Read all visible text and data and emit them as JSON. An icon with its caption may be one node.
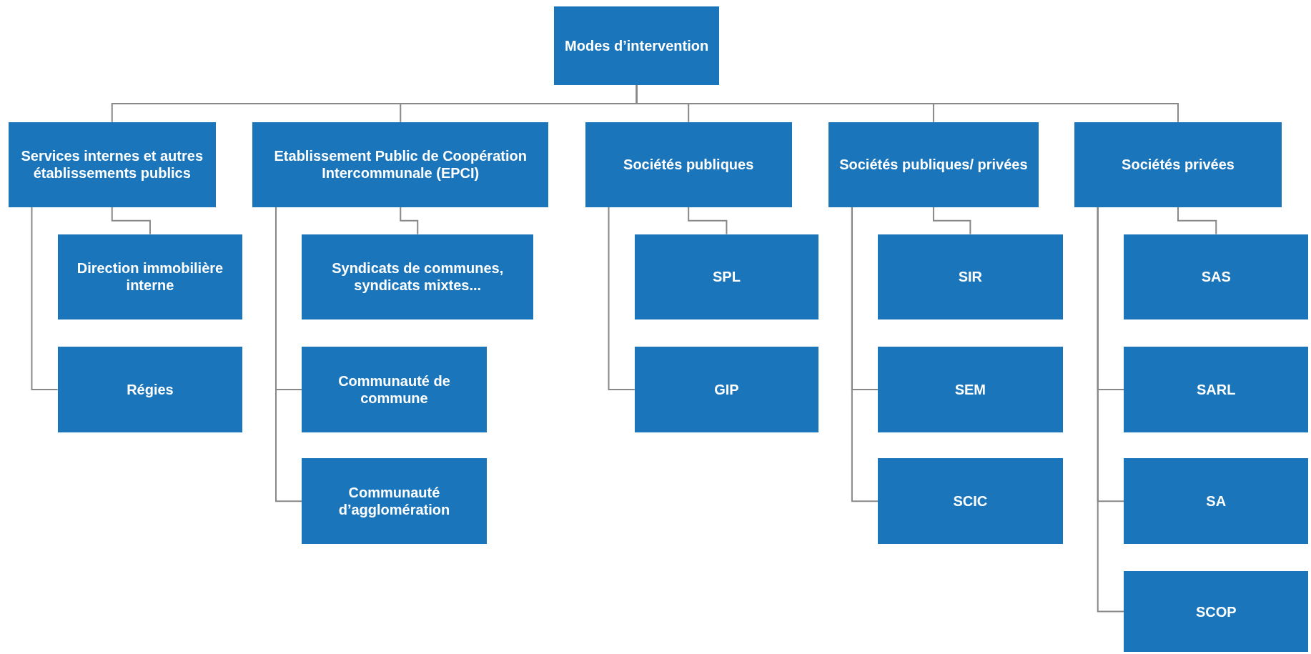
{
  "diagram": {
    "nodes": [
      {
        "text": [
          "Modes d’intervention"
        ]
      },
      {
        "text": [
          "Services internes et autres établissements publics"
        ]
      },
      {
        "text": [
          "Direction immobilière interne"
        ]
      },
      {
        "text": [
          "Régies"
        ]
      },
      {
        "text": [
          "Etablissement Public de Coopération Intercommunale (EPCI)"
        ]
      },
      {
        "text": [
          "Syndicats de communes, syndicats mixtes..."
        ]
      },
      {
        "text": [
          "Communauté de commune"
        ]
      },
      {
        "text": [
          "Communauté d’agglomération"
        ]
      },
      {
        "text": [
          "Sociétés publiques"
        ]
      },
      {
        "text": [
          "SPL"
        ]
      },
      {
        "text": [
          "GIP"
        ]
      },
      {
        "text": [
          "Sociétés publiques/ privées"
        ]
      },
      {
        "text": [
          "SIR"
        ]
      },
      {
        "text": [
          "SEM"
        ]
      },
      {
        "text": [
          "SCIC"
        ]
      },
      {
        "text": [
          "Sociétés privées"
        ]
      },
      {
        "text": [
          "SAS"
        ]
      },
      {
        "text": [
          "SARL"
        ]
      },
      {
        "text": [
          "SA"
        ]
      },
      {
        "text": [
          "SCOP"
        ]
      }
    ],
    "edges": [
      {
        "from": 0,
        "to": 1,
        "arrow": "none"
      },
      {
        "from": 0,
        "to": 4,
        "arrow": "none"
      },
      {
        "from": 0,
        "to": 8,
        "arrow": "none"
      },
      {
        "from": 0,
        "to": 11,
        "arrow": "none"
      },
      {
        "from": 0,
        "to": 15,
        "arrow": "none"
      },
      {
        "from": 1,
        "to": 2,
        "arrow": "none"
      },
      {
        "from": 1,
        "to": 3,
        "arrow": "none"
      },
      {
        "from": 4,
        "to": 5,
        "arrow": "none"
      },
      {
        "from": 4,
        "to": 6,
        "arrow": "none"
      },
      {
        "from": 4,
        "to": 7,
        "arrow": "none"
      },
      {
        "from": 8,
        "to": 9,
        "arrow": "none"
      },
      {
        "from": 8,
        "to": 10,
        "arrow": "none"
      },
      {
        "from": 11,
        "to": 12,
        "arrow": "none"
      },
      {
        "from": 11,
        "to": 13,
        "arrow": "none"
      },
      {
        "from": 11,
        "to": 14,
        "arrow": "none"
      },
      {
        "from": 15,
        "to": 16,
        "arrow": "none"
      },
      {
        "from": 15,
        "to": 17,
        "arrow": "none"
      },
      {
        "from": 15,
        "to": 18,
        "arrow": "none"
      },
      {
        "from": 15,
        "to": 19,
        "arrow": "none"
      }
    ]
  }
}
